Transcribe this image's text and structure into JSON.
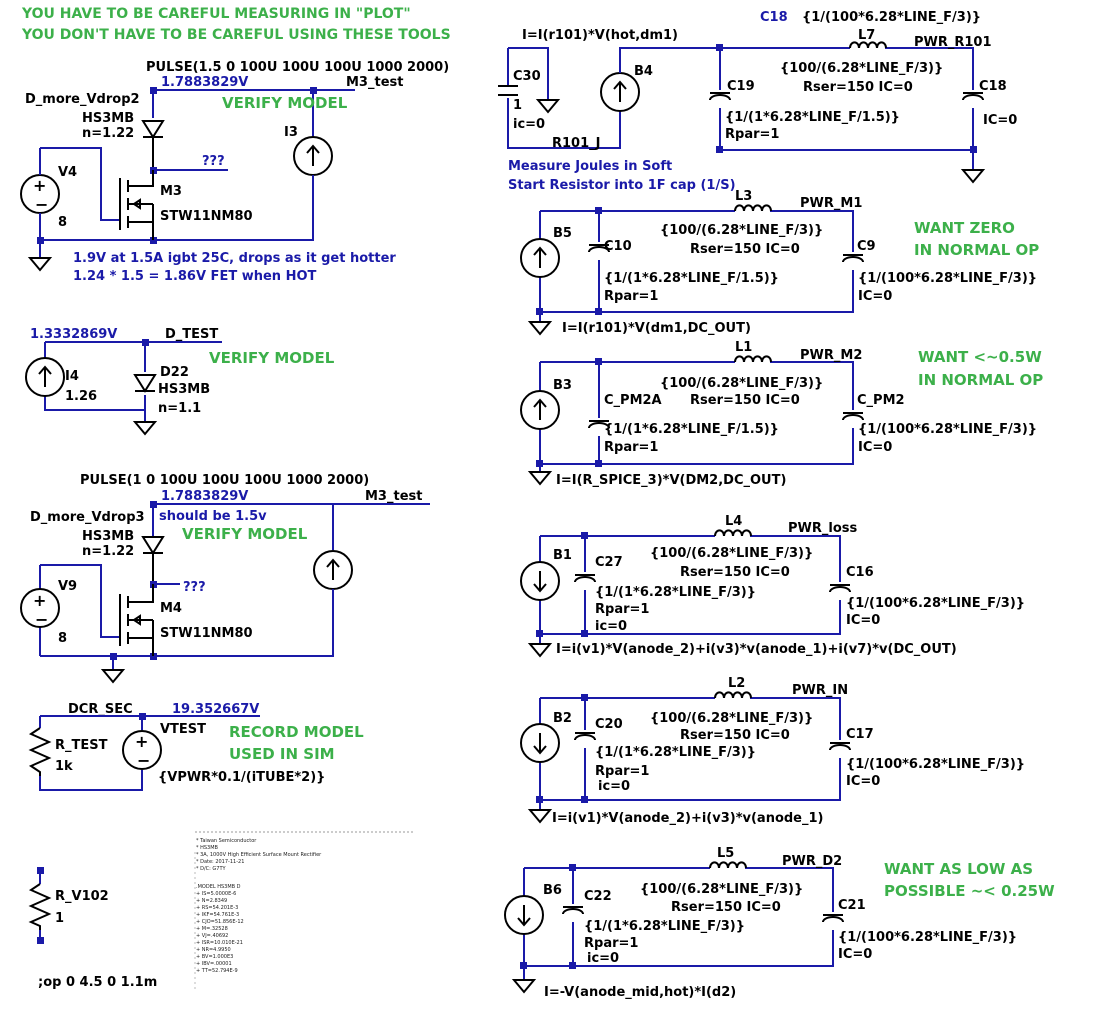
{
  "notes": {
    "line1": "YOU HAVE TO BE CAREFUL  MEASURING  IN \"PLOT\"",
    "line2": "YOU DON'T HAVE TO BE CAREFUL   USING THESE TOOLS"
  },
  "colors": {
    "wire": "#1a1aa8",
    "component": "#000000",
    "comment": "#3cb04a",
    "annotation": "#1a1aa8"
  },
  "circuit1": {
    "pulse": "PULSE(1.5 0 100U 100U 100U 1000 2000)",
    "voltage": "1.7883829V",
    "net": "M3_test",
    "diode_name": "D_more_Vdrop2",
    "diode_model": "HS3MB",
    "diode_n": "n=1.22",
    "source": "I3",
    "probe": "???",
    "vsrc": "V4",
    "vsrc_val": "8",
    "fet": "M3",
    "fet_model": "STW11NM80",
    "verify": "VERIFY MODEL",
    "note1": "1.9V at 1.5A igbt 25C, drops as it get hotter",
    "note2": "1.24 * 1.5 = 1.86V FET when HOT"
  },
  "circuit2": {
    "voltage": "1.3332869V",
    "net": "D_TEST",
    "source": "I4",
    "source_val": "1.26",
    "diode": "D22",
    "diode_model": "HS3MB",
    "diode_n": "n=1.1",
    "verify": "VERIFY MODEL"
  },
  "circuit3": {
    "pulse": "PULSE(1 0 100U 100U 100U 1000 2000)",
    "voltage": "1.7883829V",
    "note": "should be 1.5v",
    "net": "M3_test",
    "diode_name": "D_more_Vdrop3",
    "diode_model": "HS3MB",
    "diode_n": "n=1.22",
    "verify": "VERIFY MODEL",
    "probe": "???",
    "vsrc": "V9",
    "vsrc_val": "8",
    "fet": "M4",
    "fet_model": "STW11NM80"
  },
  "circuit4": {
    "net": "DCR_SEC",
    "voltage": "19.352667V",
    "res": "R_TEST",
    "res_val": "1k",
    "vsrc": "VTEST",
    "vsrc_expr": "{VPWR*0.1/(iTUBE*2)}",
    "record1": "RECORD MODEL",
    "record2": "USED IN SIM"
  },
  "model_text": [
    "* Taiwan Semiconductor",
    "* HS3MB",
    "* 3A, 1000V High Efficient Surface Mount Rectifier",
    "* Date: 2017-11-21",
    "* D/C: G7TY",
    "",
    ".MODEL HS3MB D",
    "+ IS=5.0000E-6",
    "+ N=2.8349",
    "+ RS=54.201E-3",
    "+ IKF=54.761E-3",
    "+ CJO=51.856E-12",
    "+ M=.32528",
    "+ VJ=.40692",
    "+ ISR=10.010E-21",
    "+ NR=4.9950",
    "+ BV=1.000E3",
    "+ IBV=.00001",
    "+ TT=52.794E-9"
  ],
  "circuit5": {
    "res": "R_V102",
    "res_val": "1",
    "op": ";op 0 4.5 0 1.1m"
  },
  "right_top": {
    "b_expr": "I=I(r101)*V(hot,dm1)",
    "c30": "C30",
    "c30_val": "1",
    "c30_ic": "ic=0",
    "b": "B4",
    "r_label": "R101_J",
    "measure1": "Measure Joules in Soft",
    "measure2": "Start Resistor into 1F cap (1/S)",
    "c18_top": "C18",
    "c18_expr_top": "{1/(100*6.28*LINE_F/3)}",
    "l": "L7",
    "net": "PWR_R101",
    "l_expr": "{100/(6.28*LINE_F/3)}",
    "l_rser": "Rser=150 IC=0",
    "c19": "C19",
    "c19_expr": "{1/(1*6.28*LINE_F/1.5)}",
    "c19_rpar": "Rpar=1",
    "c18": "C18",
    "c18_ic": "IC=0"
  },
  "blocks": [
    {
      "b": "B5",
      "l": "L3",
      "net": "PWR_M1",
      "c_left": "C10",
      "c_right": "C9",
      "l_expr": "{100/(6.28*LINE_F/3)}",
      "rser": "Rser=150 IC=0",
      "c_left_expr": "{1/(1*6.28*LINE_F/1.5)}",
      "c_left_p": "Rpar=1",
      "c_left_ic": "",
      "c_right_expr": "{1/(100*6.28*LINE_F/3)}",
      "c_right_ic": "IC=0",
      "expr": "I=I(r101)*V(dm1,DC_OUT)",
      "note1": "WANT ZERO",
      "note2": "IN NORMAL OP"
    },
    {
      "b": "B3",
      "l": "L1",
      "net": "PWR_M2",
      "c_left": "C_PM2A",
      "c_right": "C_PM2",
      "l_expr": "{100/(6.28*LINE_F/3)}",
      "rser": "Rser=150 IC=0",
      "c_left_expr": "{1/(1*6.28*LINE_F/1.5)}",
      "c_left_p": "Rpar=1",
      "c_left_ic": "",
      "c_right_expr": "{1/(100*6.28*LINE_F/3)}",
      "c_right_ic": "IC=0",
      "expr": "I=I(R_SPICE_3)*V(DM2,DC_OUT)",
      "note1": "WANT <~0.5W",
      "note2": "IN NORMAL OP"
    },
    {
      "b": "B1",
      "l": "L4",
      "net": "PWR_loss",
      "c_left": "C27",
      "c_right": "C16",
      "l_expr": "{100/(6.28*LINE_F/3)}",
      "rser": "Rser=150 IC=0",
      "c_left_expr": "{1/(1*6.28*LINE_F/3)}",
      "c_left_p": "Rpar=1",
      "c_left_ic": "ic=0",
      "c_right_expr": "{1/(100*6.28*LINE_F/3)}",
      "c_right_ic": "IC=0",
      "expr": "I=i(v1)*V(anode_2)+i(v3)*v(anode_1)+i(v7)*v(DC_OUT)",
      "note1": "",
      "note2": ""
    },
    {
      "b": "B2",
      "l": "L2",
      "net": "PWR_IN",
      "c_left": "C20",
      "c_right": "C17",
      "l_expr": "{100/(6.28*LINE_F/3)}",
      "rser": "Rser=150 IC=0",
      "c_left_expr": "{1/(1*6.28*LINE_F/3)}",
      "c_left_p": "Rpar=1",
      "c_left_ic": "ic=0",
      "c_right_expr": "{1/(100*6.28*LINE_F/3)}",
      "c_right_ic": "IC=0",
      "expr": "I=i(v1)*V(anode_2)+i(v3)*v(anode_1)",
      "note1": "",
      "note2": ""
    },
    {
      "b": "B6",
      "l": "L5",
      "net": "PWR_D2",
      "c_left": "C22",
      "c_right": "C21",
      "l_expr": "{100/(6.28*LINE_F/3)}",
      "rser": "Rser=150 IC=0",
      "c_left_expr": "{1/(1*6.28*LINE_F/3)}",
      "c_left_p": "Rpar=1",
      "c_left_ic": "ic=0",
      "c_right_expr": "{1/(100*6.28*LINE_F/3)}",
      "c_right_ic": "IC=0",
      "expr": "I=-V(anode_mid,hot)*I(d2)",
      "note1": "WANT AS LOW AS",
      "note2": "POSSIBLE  ~< 0.25W"
    }
  ]
}
